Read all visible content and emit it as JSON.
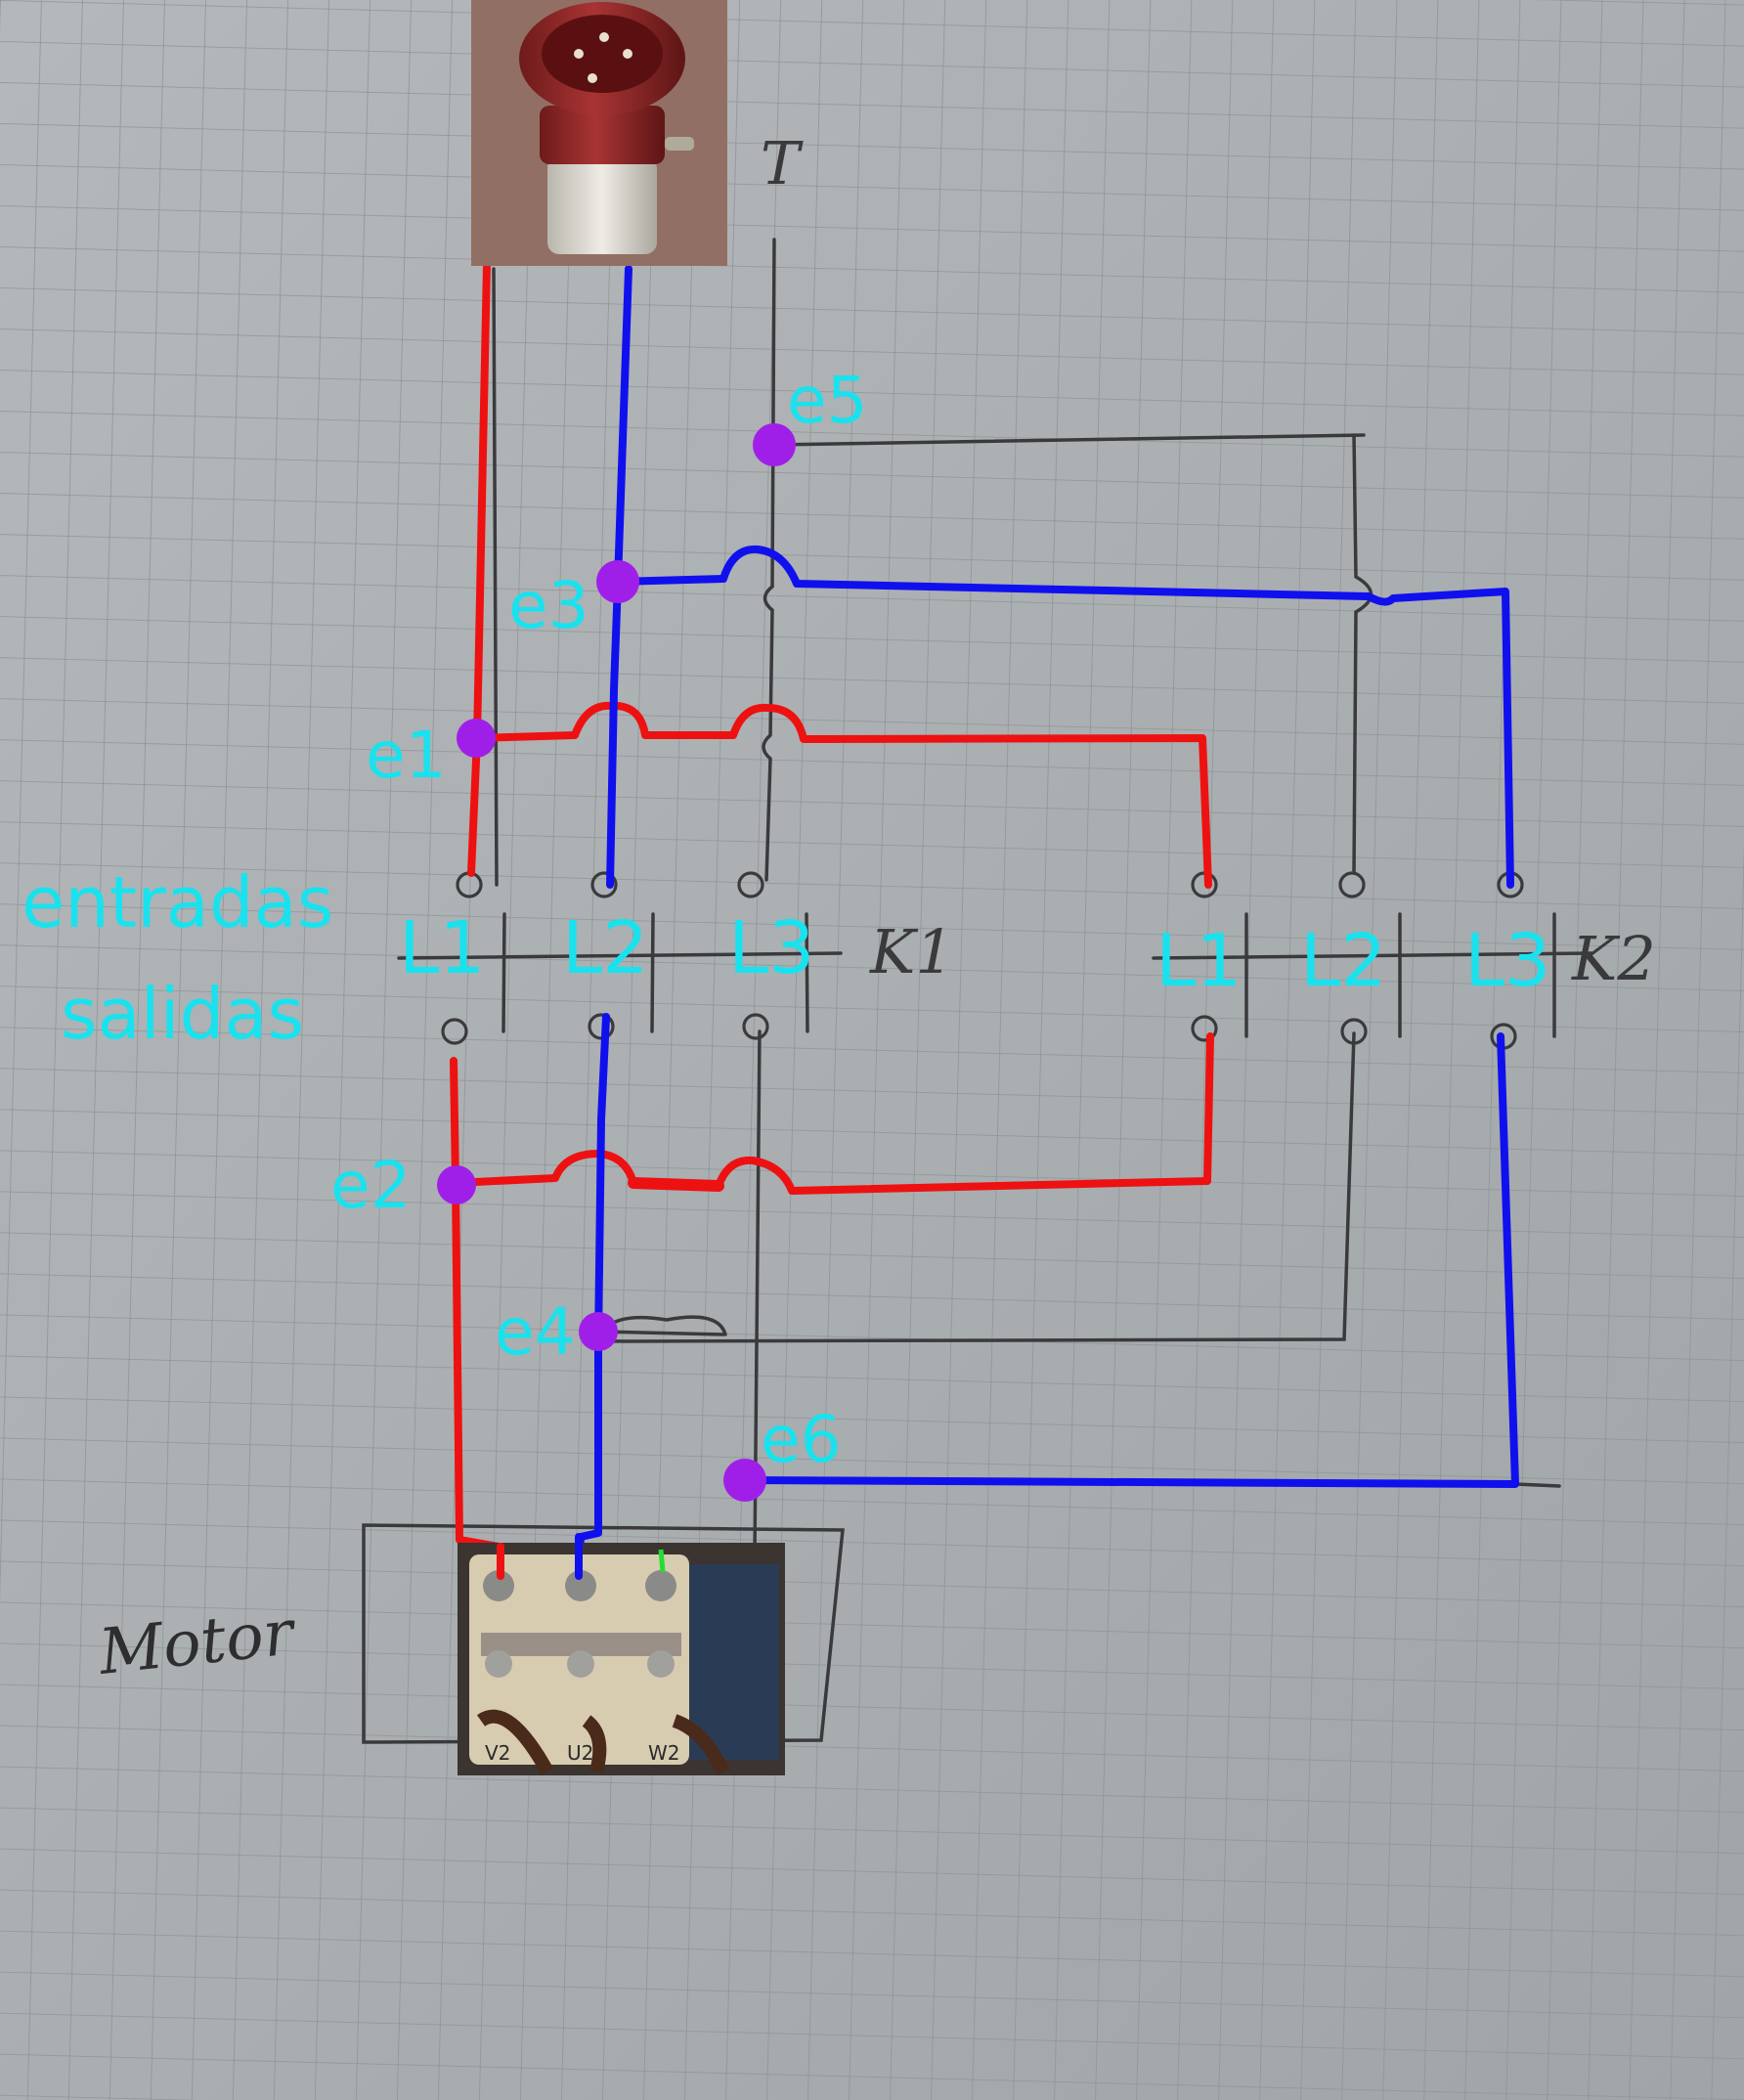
{
  "labels": {
    "plug_handwritten": "T",
    "entradas": "entradas",
    "salidas": "salidas",
    "k1_terminals": [
      "L1",
      "L2",
      "L3"
    ],
    "k2_terminals": [
      "L1",
      "L2",
      "L3"
    ],
    "k1_handwritten": "K1",
    "k2_handwritten": "K2",
    "motor_handwritten": "Motor",
    "motor_terminals": [
      "V2",
      "U2",
      "W2"
    ]
  },
  "nodes": [
    {
      "id": "e1",
      "label": "e1"
    },
    {
      "id": "e2",
      "label": "e2"
    },
    {
      "id": "e3",
      "label": "e3"
    },
    {
      "id": "e4",
      "label": "e4"
    },
    {
      "id": "e5",
      "label": "e5"
    },
    {
      "id": "e6",
      "label": "e6"
    }
  ],
  "colors": {
    "paper": "#a9aeb1",
    "grid": "#8f9498",
    "pencil": "#3a3a3d",
    "red_wire": "#ee1111",
    "blue_wire": "#1010ee",
    "node": "#a01fe8",
    "label_cyan": "#19e2ee",
    "plug_body": "#8e2626",
    "motor_board": "#d8ccb0"
  }
}
